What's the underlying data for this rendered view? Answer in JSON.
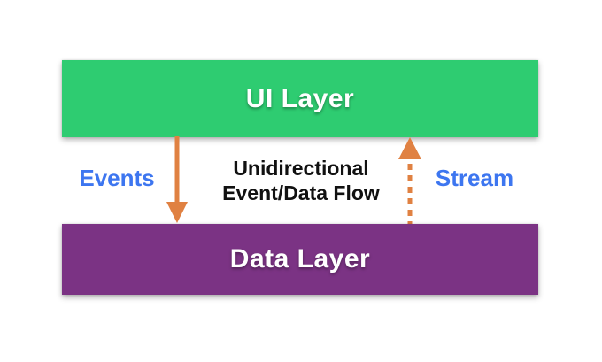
{
  "diagram": {
    "layers": [
      {
        "label": "UI Layer",
        "color": "#2ecc71",
        "text_color": "#ffffff"
      },
      {
        "label": "Data Layer",
        "color": "#7b3384",
        "text_color": "#ffffff"
      }
    ],
    "flows": [
      {
        "label": "Events",
        "direction": "down",
        "line_style": "solid"
      },
      {
        "label": "Stream",
        "direction": "up",
        "line_style": "dashed"
      }
    ],
    "center_caption": {
      "line1": "Unidirectional",
      "line2": "Event/Data Flow"
    },
    "colors": {
      "arrow_orange": "#e08142",
      "flow_label_blue": "#3d76f0",
      "caption_black": "#111111",
      "background": "#ffffff"
    }
  }
}
